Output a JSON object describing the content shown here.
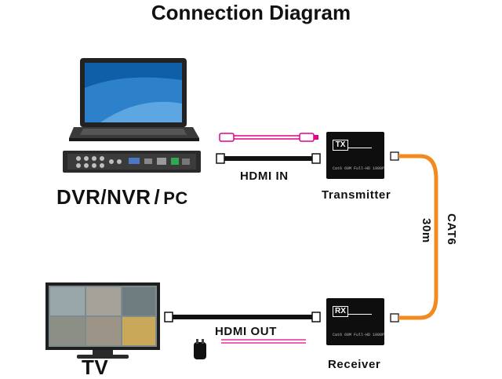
{
  "title": "Connection Diagram",
  "source": {
    "label_dvr": "DVR/NVR",
    "label_slash": "/",
    "label_pc": "PC"
  },
  "labels": {
    "hdmi_in": "HDMI IN",
    "hdmi_out": "HDMI OUT",
    "transmitter": "Transmitter",
    "receiver": "Receiver",
    "tv": "TV",
    "cable_type": "CAT6",
    "distance": "30m"
  },
  "devices": {
    "tx_badge": "TX",
    "rx_badge": "RX",
    "tx_caption": "Cat6 60M   Full-HD 1080P",
    "rx_caption": "Cat6 60M   Full-HD 1080P"
  },
  "colors": {
    "hdmi_cable": "#e0008a",
    "cat6_cable": "#f28a1f",
    "black_cable": "#111111",
    "device_body": "#0e0e0e"
  }
}
